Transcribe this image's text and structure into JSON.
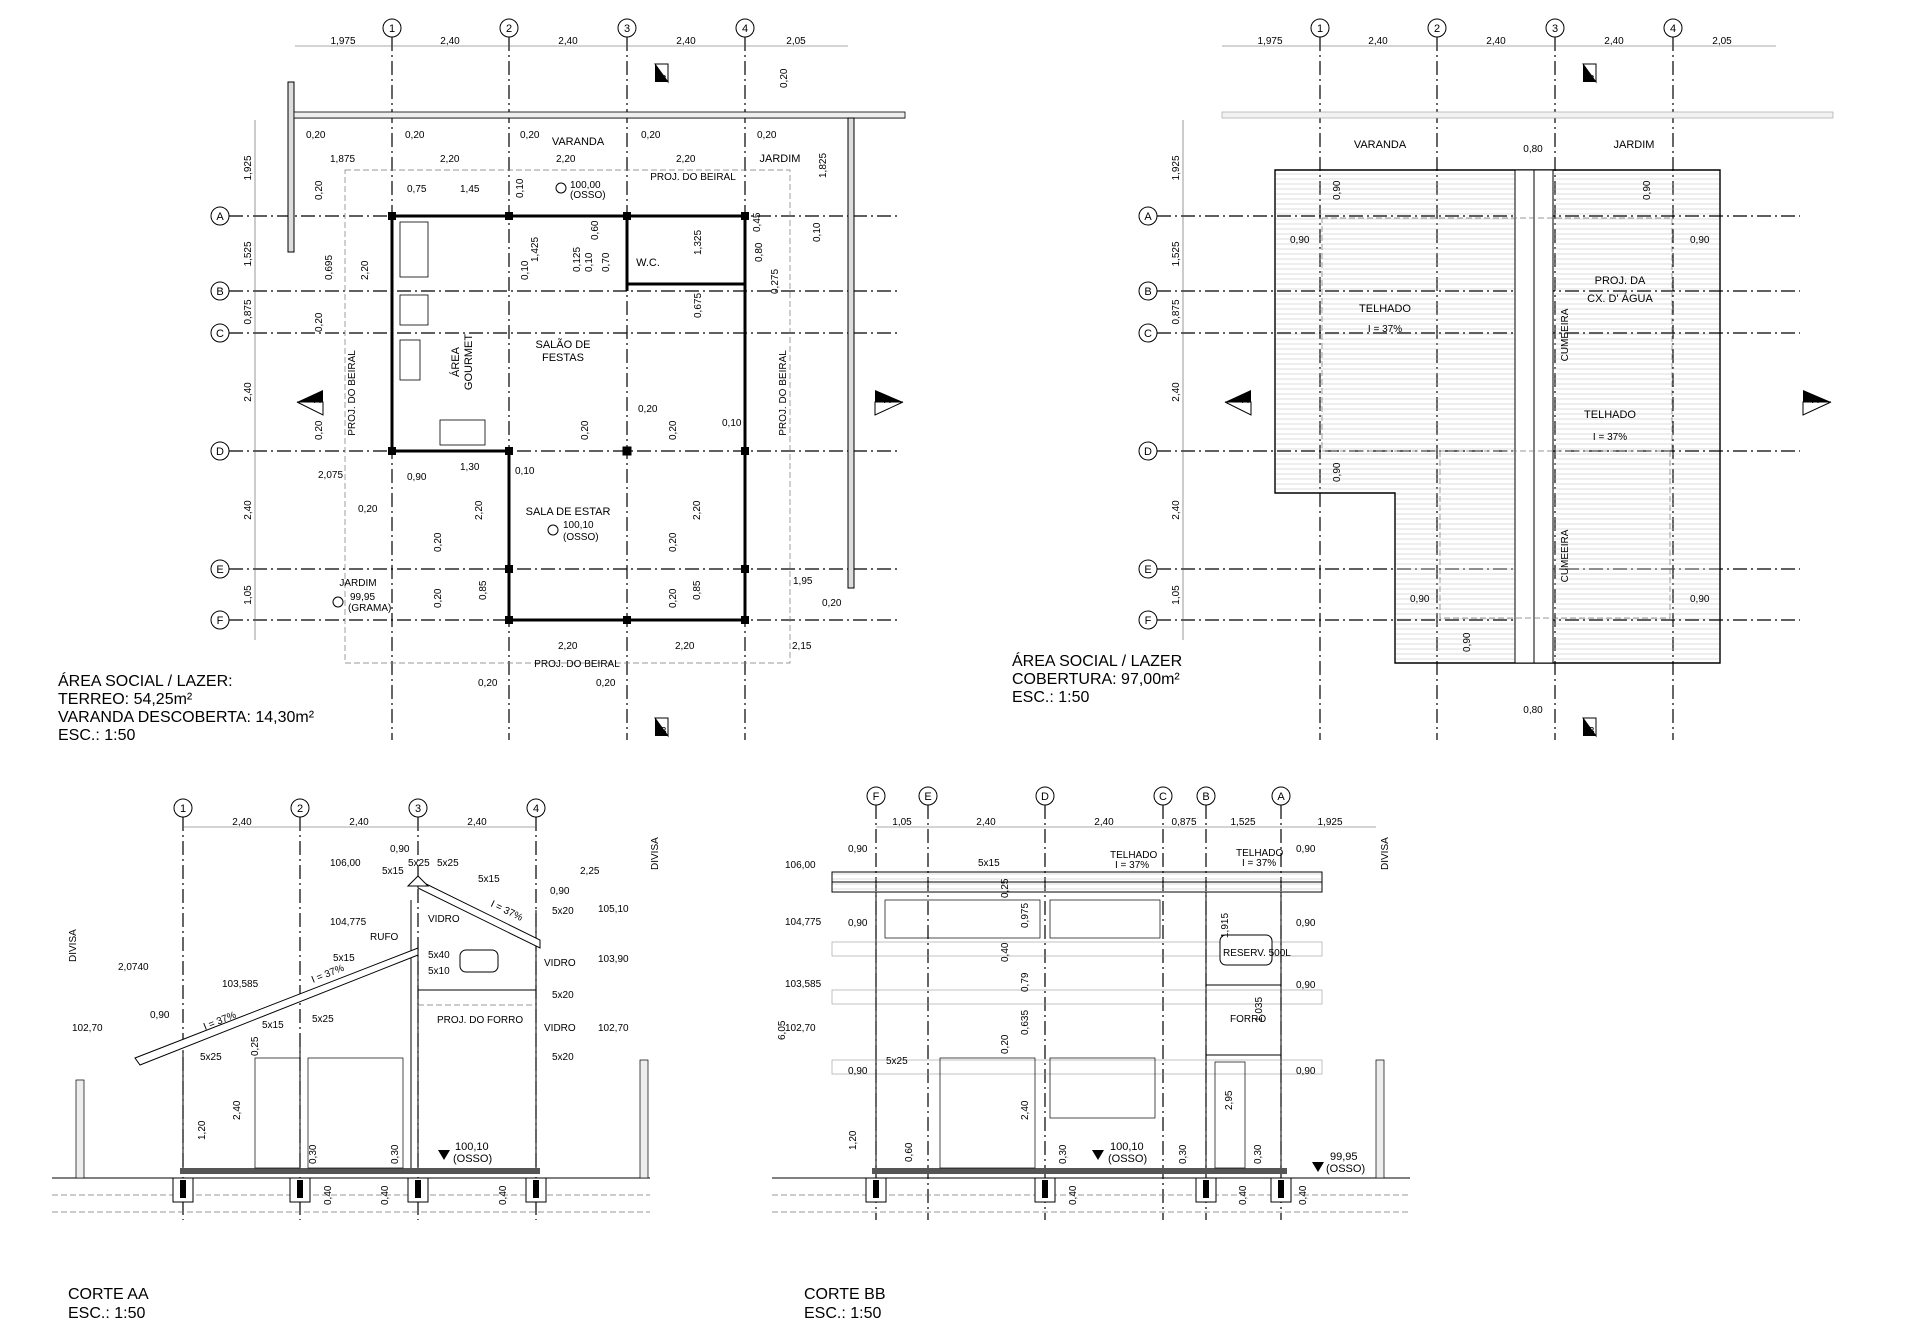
{
  "grid_numbers": [
    "1",
    "2",
    "3",
    "4"
  ],
  "grid_letters": [
    "A",
    "B",
    "C",
    "D",
    "E",
    "F"
  ],
  "section_rev_letters": [
    "F",
    "E",
    "D",
    "C",
    "B",
    "A"
  ],
  "plan_top_dims": [
    "1,975",
    "2,40",
    "2,40",
    "2,40",
    "2,05"
  ],
  "plan_side_dims": [
    "1,925",
    "1,525",
    "0,875",
    "2,40",
    "2,40",
    "1,05"
  ],
  "sec_marker_a": "A",
  "sec_marker_b": "B",
  "plan1": {
    "rooms": {
      "varanda": "VARANDA",
      "jardim": "JARDIM",
      "wc": "W.C.",
      "salao1": "SALÃO DE",
      "salao2": "FESTAS",
      "area1": "ÁREA",
      "area2": "GOURMET",
      "sala": "SALA DE ESTAR",
      "jardim2": "JARDIM"
    },
    "levels": {
      "l1": "100,00",
      "l1s": "(OSSO)",
      "l2": "100,10",
      "l2s": "(OSSO)",
      "l3": "99,95",
      "l3s": "(GRAMA)"
    },
    "proj_top": "PROJ. DO BEIRAL",
    "proj_bottom": "PROJ. DO BEIRAL",
    "proj_left": "PROJ. DO BEIRAL",
    "proj_right": "PROJ. DO BEIRAL",
    "dims": [
      "0,20",
      "0,20",
      "0,20",
      "0,20",
      "0,20",
      "1,875",
      "2,20",
      "2,20",
      "2,20",
      "0,75",
      "1,45",
      "0,10",
      "0,20",
      "0,45",
      "0,10",
      "1,825",
      "0,20",
      "0,695",
      "2,20",
      "1,425",
      "0,10",
      "0,60",
      "0,125",
      "0,70",
      "1,325",
      "0,80",
      "0,275",
      "0,10",
      "0,675",
      "0,20",
      "0,20",
      "0,20",
      "0,20",
      "0,10",
      "0,20",
      "2,075",
      "0,90",
      "1,30",
      "0,10",
      "0,20",
      "2,20",
      "2,20",
      "0,20",
      "0,20",
      "0,85",
      "0,20",
      "0,85",
      "1,95",
      "0,20",
      "0,20",
      "2,20",
      "2,20",
      "2,15",
      "0,20",
      "0,20"
    ],
    "title": "ÁREA SOCIAL / LAZER:",
    "l2t": "TERREO: 54,25m²",
    "l3t": "VARANDA DESCOBERTA: 14,30m²",
    "scale": "ESC.: 1:50"
  },
  "plan2": {
    "varanda": "VARANDA",
    "jardim": "JARDIM",
    "d080a": "0,80",
    "d080b": "0,80",
    "d090": [
      "0,90",
      "0,90",
      "0,90",
      "0,90",
      "0,90",
      "0,90",
      "0,90",
      "0,90"
    ],
    "proj1": "PROJ. DA",
    "proj2": "CX. D' ÁGUA",
    "telhado1": "TELHADO",
    "slope1": "I = 37%",
    "telhado2": "TELHADO",
    "slope2": "I = 37%",
    "cumeeira1": "CUMEEIRA",
    "cumeeira2": "CUMEEIRA",
    "title": "ÁREA SOCIAL / LAZER",
    "l2t": "COBERTURA: 97,00m²",
    "scale": "ESC.: 1:50"
  },
  "corte_aa": {
    "top_dims": [
      "2,40",
      "2,40",
      "2,40"
    ],
    "levels": [
      "106,00",
      "104,775",
      "103,585",
      "102,70",
      "105,10",
      "103,90",
      "102,70"
    ],
    "labels": {
      "divisa_l": "DIVISA",
      "divisa_r": "DIVISA",
      "rufo": "RUFO",
      "vidro1": "VIDRO",
      "vidro2": "VIDRO",
      "vidro3": "VIDRO",
      "forro": "PROJ. DO FORRO",
      "slope1": "I = 37%",
      "slope2": "I = 37%",
      "slope3": "I = 37%"
    },
    "members": [
      "5x25",
      "5x15",
      "5x15",
      "5x25",
      "5x15",
      "5x40",
      "5x10",
      "5x15",
      "5x25",
      "5x25",
      "5x20",
      "5x20",
      "5x20"
    ],
    "dims": [
      "0,90",
      "2,25",
      "0,90",
      "2,0740",
      "0,90",
      "0,25",
      "2,40",
      "1,20",
      "0,30",
      "0,30",
      "0,40",
      "0,40",
      "0,40"
    ],
    "level_floor": "100,10",
    "level_floor_s": "(OSSO)",
    "title": "CORTE AA",
    "scale": "ESC.: 1:50"
  },
  "corte_bb": {
    "top_dims": [
      "1,05",
      "2,40",
      "2,40",
      "0,875",
      "1,525",
      "1,925"
    ],
    "levels": [
      "106,00",
      "104,775",
      "103,585",
      "102,70"
    ],
    "labels": {
      "telhado1": "TELHADO",
      "slope1": "I = 37%",
      "telhado2": "TELHADO",
      "slope2": "I = 37%",
      "divisa": "DIVISA",
      "reserv": "RESERV. 500L",
      "forro": "FORRO"
    },
    "members": [
      "5x15",
      "5x25"
    ],
    "dims": [
      "0,90",
      "0,90",
      "0,90",
      "0,90",
      "0,90",
      "0,90",
      "0,90",
      "0,25",
      "0,975",
      "0,40",
      "0,79",
      "0,635",
      "0,20",
      "2,40",
      "1,20",
      "0,60",
      "1,915",
      "1,035",
      "2,95",
      "6,05",
      "0,30",
      "0,30",
      "0,30",
      "0,40",
      "0,40",
      "0,40"
    ],
    "level_floor": "100,10",
    "level_floor_s": "(OSSO)",
    "level_grass": "99,95",
    "level_grass_s": "(OSSO)",
    "title": "CORTE BB",
    "scale": "ESC.: 1:50"
  }
}
